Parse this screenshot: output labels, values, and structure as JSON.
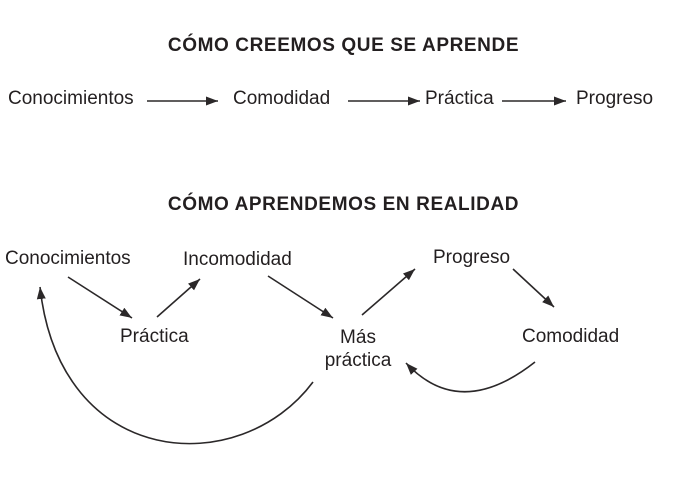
{
  "page": {
    "background_color": "#ffffff",
    "ink_color": "#231f20"
  },
  "belief_section": {
    "title": "CÓMO CREEMOS QUE SE APRENDE",
    "steps": [
      "Conocimientos",
      "Comodidad",
      "Práctica",
      "Progreso"
    ],
    "edges": [
      {
        "from": "Conocimientos",
        "to": "Comodidad",
        "style": "straight"
      },
      {
        "from": "Comodidad",
        "to": "Práctica",
        "style": "straight"
      },
      {
        "from": "Práctica",
        "to": "Progreso",
        "style": "straight"
      }
    ]
  },
  "reality_section": {
    "title": "CÓMO APRENDEMOS EN REALIDAD",
    "nodes": {
      "conocimientos": "Conocimientos",
      "incomodidad": "Incomodidad",
      "progreso": "Progreso",
      "practica": "Práctica",
      "mas_practica": "Más práctica",
      "comodidad": "Comodidad"
    },
    "edges": [
      {
        "from": "Conocimientos",
        "to": "Práctica",
        "style": "straight"
      },
      {
        "from": "Práctica",
        "to": "Incomodidad",
        "style": "straight"
      },
      {
        "from": "Incomodidad",
        "to": "Más práctica",
        "style": "straight"
      },
      {
        "from": "Más práctica",
        "to": "Progreso",
        "style": "straight"
      },
      {
        "from": "Progreso",
        "to": "Comodidad",
        "style": "straight"
      },
      {
        "from": "Comodidad",
        "to": "Más práctica",
        "style": "curved"
      },
      {
        "from": "Más práctica",
        "to": "Conocimientos",
        "style": "curved-loop"
      }
    ]
  }
}
